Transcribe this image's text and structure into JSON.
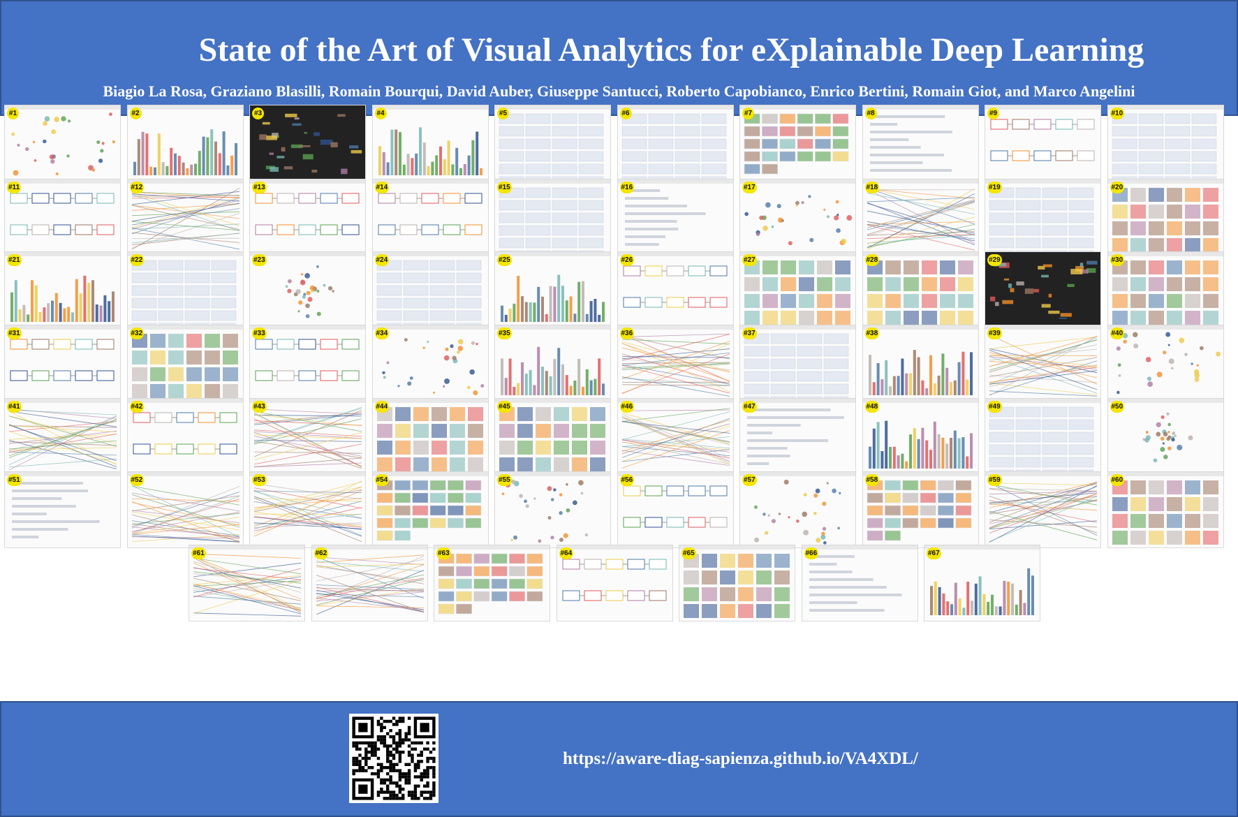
{
  "header": {
    "title": "State of the Art of Visual Analytics for eXplainable Deep Learning",
    "authors": "Biagio La Rosa, Graziano Blasilli, Romain Bourqui, David Auber, Giuseppe Santucci, Roberto Capobianco, Enrico Bertini, Romain Giot, and Marco Angelini"
  },
  "thumbnails": [
    {
      "label": "#1",
      "theme": "scatter"
    },
    {
      "label": "#2",
      "theme": "bars"
    },
    {
      "label": "#3",
      "theme": "dark"
    },
    {
      "label": "#4",
      "theme": "bars"
    },
    {
      "label": "#5",
      "theme": "table"
    },
    {
      "label": "#6",
      "theme": "table"
    },
    {
      "label": "#7",
      "theme": "matrix"
    },
    {
      "label": "#8",
      "theme": "sparse"
    },
    {
      "label": "#9",
      "theme": "flow"
    },
    {
      "label": "#10",
      "theme": "table"
    },
    {
      "label": "#11",
      "theme": "flow"
    },
    {
      "label": "#12",
      "theme": "lines"
    },
    {
      "label": "#13",
      "theme": "flow"
    },
    {
      "label": "#14",
      "theme": "flow"
    },
    {
      "label": "#15",
      "theme": "table"
    },
    {
      "label": "#16",
      "theme": "sparse"
    },
    {
      "label": "#17",
      "theme": "scatter"
    },
    {
      "label": "#18",
      "theme": "lines"
    },
    {
      "label": "#19",
      "theme": "table"
    },
    {
      "label": "#20",
      "theme": "images"
    },
    {
      "label": "#21",
      "theme": "bars"
    },
    {
      "label": "#22",
      "theme": "table"
    },
    {
      "label": "#23",
      "theme": "radial"
    },
    {
      "label": "#24",
      "theme": "table"
    },
    {
      "label": "#25",
      "theme": "bars"
    },
    {
      "label": "#26",
      "theme": "flow"
    },
    {
      "label": "#27",
      "theme": "images"
    },
    {
      "label": "#28",
      "theme": "images"
    },
    {
      "label": "#29",
      "theme": "dark"
    },
    {
      "label": "#30",
      "theme": "images"
    },
    {
      "label": "#31",
      "theme": "flow"
    },
    {
      "label": "#32",
      "theme": "images"
    },
    {
      "label": "#33",
      "theme": "flow"
    },
    {
      "label": "#34",
      "theme": "scatter"
    },
    {
      "label": "#35",
      "theme": "bars"
    },
    {
      "label": "#36",
      "theme": "lines"
    },
    {
      "label": "#37",
      "theme": "table"
    },
    {
      "label": "#38",
      "theme": "bars"
    },
    {
      "label": "#39",
      "theme": "lines"
    },
    {
      "label": "#40",
      "theme": "scatter"
    },
    {
      "label": "#41",
      "theme": "lines"
    },
    {
      "label": "#42",
      "theme": "flow"
    },
    {
      "label": "#43",
      "theme": "lines"
    },
    {
      "label": "#44",
      "theme": "images"
    },
    {
      "label": "#45",
      "theme": "images"
    },
    {
      "label": "#46",
      "theme": "lines"
    },
    {
      "label": "#47",
      "theme": "sparse"
    },
    {
      "label": "#48",
      "theme": "bars"
    },
    {
      "label": "#49",
      "theme": "table"
    },
    {
      "label": "#50",
      "theme": "radial"
    },
    {
      "label": "#51",
      "theme": "sparse"
    },
    {
      "label": "#52",
      "theme": "lines"
    },
    {
      "label": "#53",
      "theme": "lines"
    },
    {
      "label": "#54",
      "theme": "matrix"
    },
    {
      "label": "#55",
      "theme": "scatter"
    },
    {
      "label": "#56",
      "theme": "flow"
    },
    {
      "label": "#57",
      "theme": "scatter"
    },
    {
      "label": "#58",
      "theme": "matrix"
    },
    {
      "label": "#59",
      "theme": "lines"
    },
    {
      "label": "#60",
      "theme": "images"
    },
    {
      "label": "#61",
      "theme": "lines"
    },
    {
      "label": "#62",
      "theme": "lines"
    },
    {
      "label": "#63",
      "theme": "matrix"
    },
    {
      "label": "#64",
      "theme": "flow"
    },
    {
      "label": "#65",
      "theme": "images"
    },
    {
      "label": "#66",
      "theme": "sparse"
    },
    {
      "label": "#67",
      "theme": "bars"
    }
  ],
  "footer": {
    "url": "https://aware-diag-sapienza.github.io/VA4XDL/"
  },
  "colors": {
    "banner": "#4472c4",
    "badge": "#f4e600",
    "text": "#ffffff"
  }
}
